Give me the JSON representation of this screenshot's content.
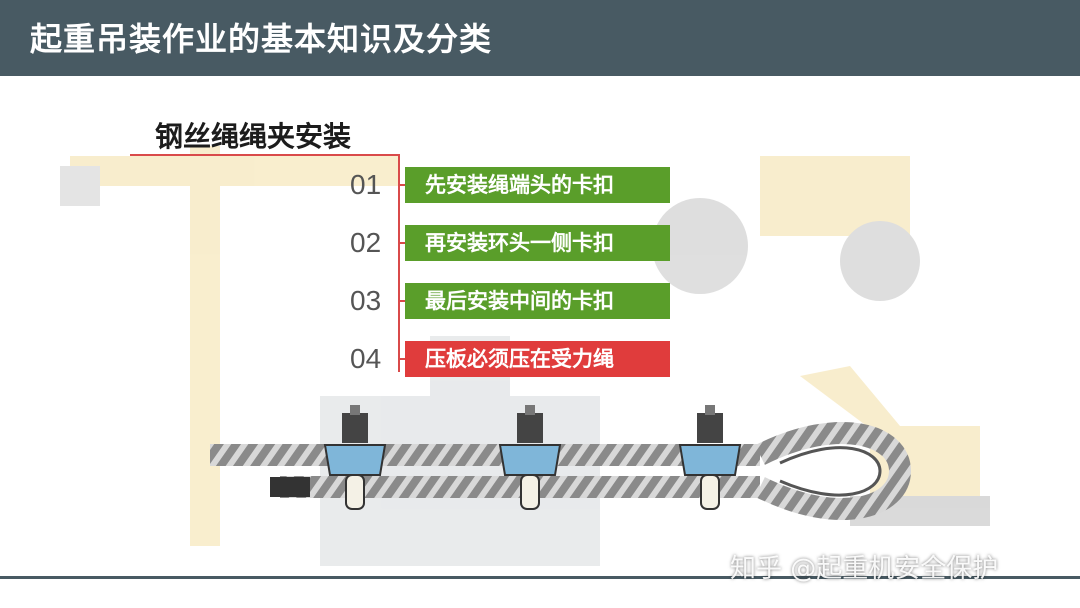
{
  "header": {
    "title": "起重吊装作业的基本知识及分类"
  },
  "section": {
    "subtitle": "钢丝绳绳夹安装"
  },
  "steps": [
    {
      "num": "01",
      "label": "先安装绳端头的卡扣",
      "status": "green"
    },
    {
      "num": "02",
      "label": "再安装环头一侧卡扣",
      "status": "green"
    },
    {
      "num": "03",
      "label": "最后安装中间的卡扣",
      "status": "green"
    },
    {
      "num": "04",
      "label": "压板必须压在受力绳",
      "status": "red"
    }
  ],
  "colors": {
    "header_bg": "#485a63",
    "green": "#5a9e2a",
    "red": "#e03c3c",
    "accent_line": "#d94a4a"
  },
  "watermark": {
    "text": "知乎 @起重机安全保护"
  }
}
